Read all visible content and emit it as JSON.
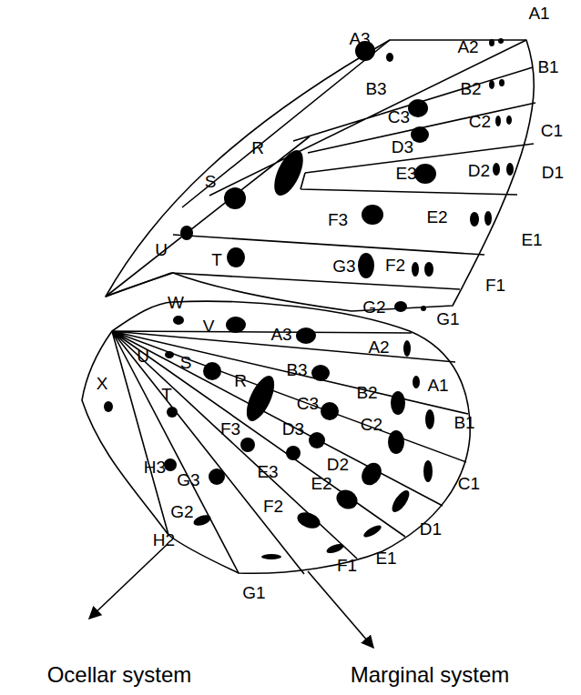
{
  "diagram": {
    "labels": [
      "A1",
      "A3",
      "A2",
      "B1",
      "B3",
      "B2",
      "C3",
      "C2",
      "C1",
      "D3",
      "R",
      "D2",
      "D1",
      "S",
      "E3",
      "F3",
      "E2",
      "E1",
      "U",
      "T",
      "G3",
      "F2",
      "F1",
      "G2",
      "G1",
      "W",
      "V",
      "A3",
      "A2",
      "A1",
      "U",
      "S",
      "R",
      "B3",
      "B2",
      "B1",
      "X",
      "T",
      "C3",
      "C2",
      "D3",
      "C1",
      "F3",
      "D2",
      "E3",
      "E2",
      "H3",
      "G3",
      "D1",
      "G2",
      "F2",
      "E1",
      "H2",
      "F1",
      "G1",
      "Ocellar system",
      "Marginal system"
    ]
  }
}
